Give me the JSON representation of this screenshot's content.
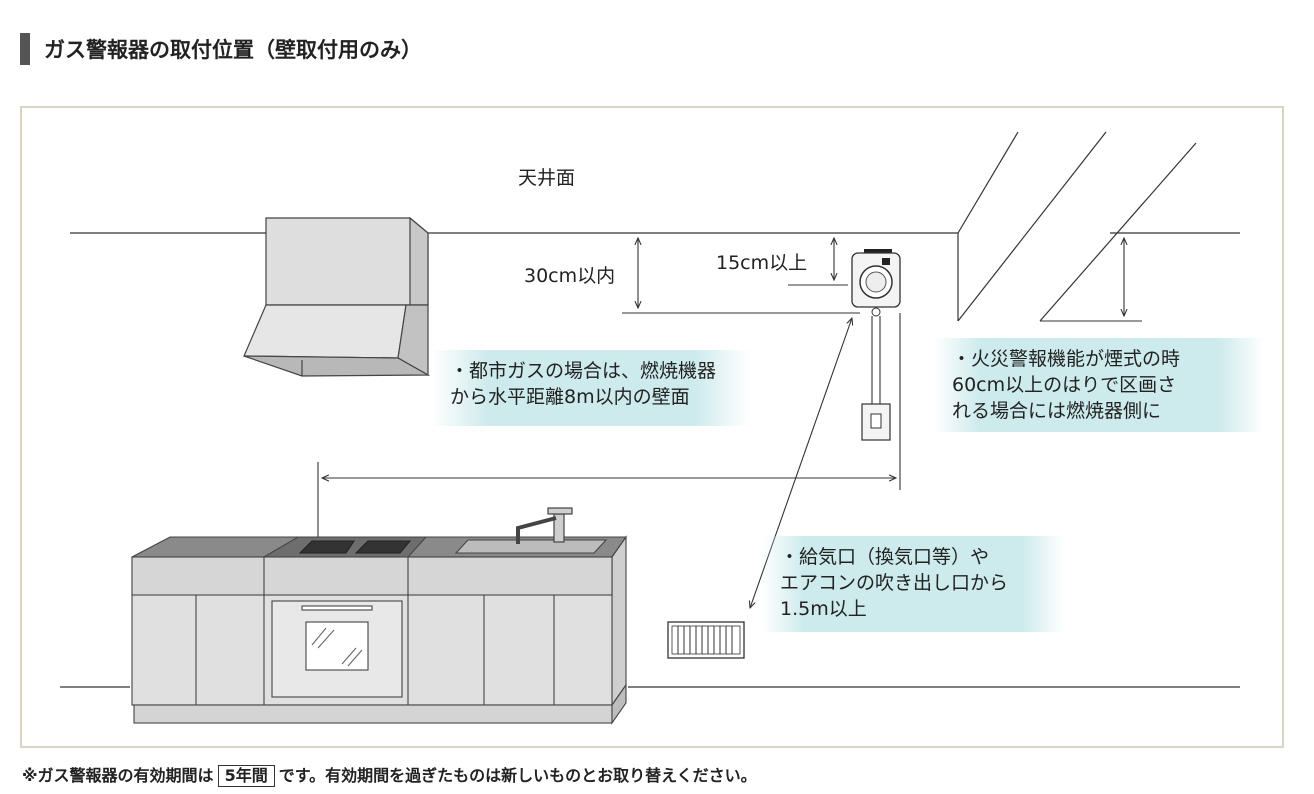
{
  "title": "ガス警報器の取付位置（壁取付用のみ）",
  "labels": {
    "ceiling": "天井面",
    "within_30cm": "30cm以内",
    "over_15cm": "15cm以上"
  },
  "notes": {
    "city_gas": [
      "・都市ガスの場合は、燃焼機器",
      "から水平距離8m以内の壁面"
    ],
    "fire_alarm": [
      "・火災警報機能が煙式の時",
      "60cm以上のはりで区画さ",
      "れる場合には燃焼器側に"
    ],
    "air_supply": [
      "・給気口（換気口等）や",
      "エアコンの吹き出し口から",
      "1.5m以上"
    ]
  },
  "footer": {
    "prefix": "※ガス警報器の有効期間は",
    "period": "5年間",
    "suffix": "です。有効期間を過ぎたものは新しいものとお取り替えください。"
  },
  "colors": {
    "note_bg": "#cdeaec",
    "frame_border": "#d9d4c4",
    "cabinet": "#dcdcdc",
    "hood": "#dddddd"
  }
}
